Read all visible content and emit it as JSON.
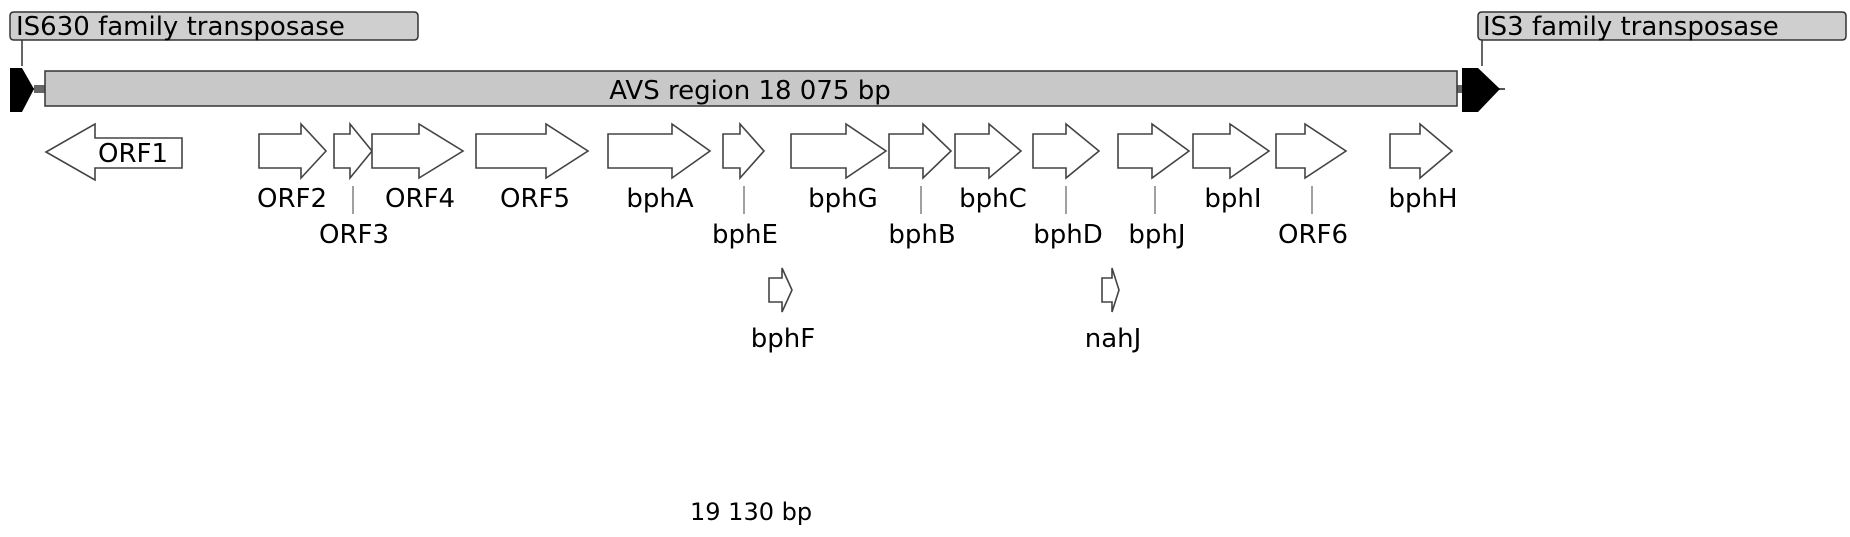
{
  "region": {
    "label": "AVS region 18 075 bp",
    "bar_color": "#c8c8c8",
    "total_label": "19 130 bp"
  },
  "transposases": {
    "left": "IS630 family transposase",
    "right": "IS3 family transposase",
    "box_color": "#cfcfcf",
    "arrow_color": "#000000"
  },
  "genes": [
    {
      "id": "orf1",
      "label": "ORF1",
      "direction": "reverse"
    },
    {
      "id": "orf2",
      "label": "ORF2",
      "direction": "forward"
    },
    {
      "id": "orf3",
      "label": "ORF3",
      "direction": "forward"
    },
    {
      "id": "orf4",
      "label": "ORF4",
      "direction": "forward"
    },
    {
      "id": "orf5",
      "label": "ORF5",
      "direction": "forward"
    },
    {
      "id": "bphA",
      "label": "bphA",
      "direction": "forward"
    },
    {
      "id": "bphE",
      "label": "bphE",
      "direction": "forward"
    },
    {
      "id": "bphF",
      "label": "bphF",
      "direction": "forward"
    },
    {
      "id": "bphG",
      "label": "bphG",
      "direction": "forward"
    },
    {
      "id": "bphB",
      "label": "bphB",
      "direction": "forward"
    },
    {
      "id": "bphC",
      "label": "bphC",
      "direction": "forward"
    },
    {
      "id": "bphD",
      "label": "bphD",
      "direction": "forward"
    },
    {
      "id": "nahJ",
      "label": "nahJ",
      "direction": "forward"
    },
    {
      "id": "bphJ",
      "label": "bphJ",
      "direction": "forward"
    },
    {
      "id": "bphI",
      "label": "bphI",
      "direction": "forward"
    },
    {
      "id": "orf6",
      "label": "ORF6",
      "direction": "forward"
    },
    {
      "id": "bphH",
      "label": "bphH",
      "direction": "forward"
    }
  ]
}
